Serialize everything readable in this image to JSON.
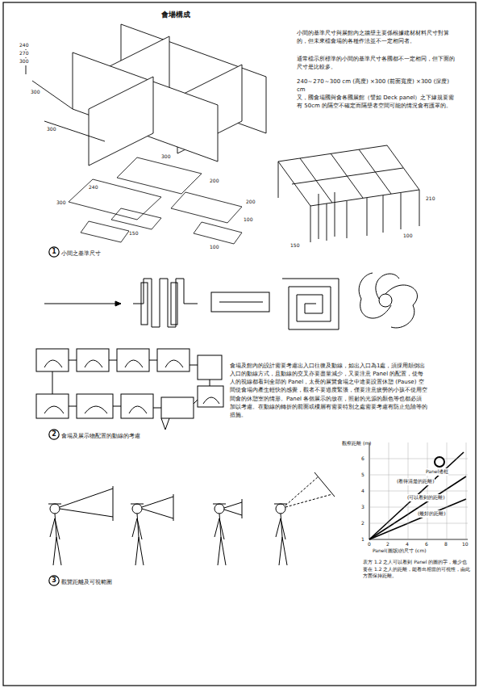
{
  "diagram": {
    "title": "會場構成",
    "nodes": [
      {
        "text": [
          "1"
        ]
      },
      {
        "text": [
          "2"
        ]
      },
      {
        "text": [
          "3"
        ]
      }
    ],
    "labels": [
      "240",
      "270",
      "300",
      "300",
      "300",
      "300",
      "240",
      "200",
      "300",
      "200",
      "150",
      "100",
      "100",
      "150",
      "100",
      "210",
      "小間的基準尺寸與展館內之牆壁主要係根據建材材料尺寸對算的，但未來檔會場的各種作法並不一定相同者。",
      "通常檔示所標準的小間的基準尺寸各國都不一定相同，但下面的尺寸是比較多。",
      "240～270～300 cm (高度) ×300 (前面寬度) ×300 (深度) cm",
      "又，國會場國與會各國展館（譬如 Deck panel）之下緣規要需有 50cm 的隔空不確定而隔壁者空間可能的情況會有護罩的。",
      "小間之基準尺寸",
      "會場及館內的設計需要考慮出入口往復及動線，如出入口為1處，須採用顛倒出入口的動線方式，且動線的交叉亦要盡量減少，又要注意 Panel 的配置，使每人的視線都看到全部的 Panel，太長的展覽會場之中途要設置休憩 (Pause) 空間使會場內產生輕快的感覺，觀者不要過度緊張，僅要注意疲勞的小孩不使用空間會的休憩室的情形。Panel 各個展示的放在，照射的光源的顏色等也都必須加以考慮。在動線的轉折的前面或樓層有需要特別之處需要考慮有防止危險等的措施。",
      "會場及展示物配置的動線的考慮",
      "觀察距離 (m)",
      "Panel(圖版)的尺寸 (cm)",
      "Panel邊框",
      "6",
      "5",
      "4",
      "3",
      "2",
      "1",
      "0",
      "2",
      "4",
      "6",
      "8",
      "10",
      "(看得清楚的距離)",
      "(可以看到的距離)",
      "(最好的距離)",
      "表方 1.2 之人可以看到 Panel 的圖的字，最少也要在 1.2 之人的距離，能看出相當的可視性，由此方面保持距離。",
      "觀覽距離及可視範圍"
    ]
  }
}
